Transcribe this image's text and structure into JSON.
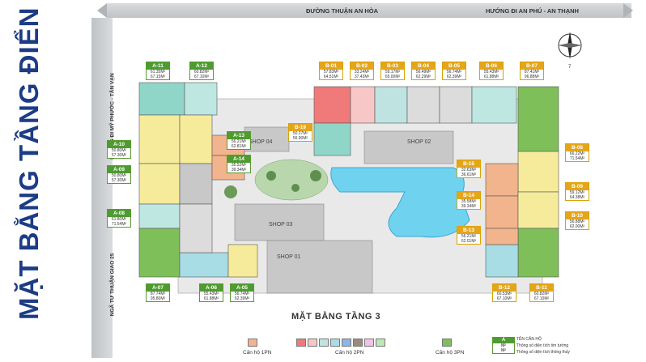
{
  "page_title": "MẶT BẰNG TẦNG ĐIỂN HÌNH",
  "floor_title": "MẶT BẰNG TẦNG 3",
  "roads": {
    "top": "ĐƯỜNG THUẬN AN HÒA",
    "top_right": "HƯỚNG ĐI AN PHÚ - AN THẠNH",
    "left_top": "HƯỚNG ĐI MỸ PHƯỚC - TÂN VẠN",
    "left_bottom": "NGÃ TƯ THUẬN GIAO 25"
  },
  "zones": {
    "shop01": "SHOP 01",
    "shop02": "SHOP 02",
    "shop03": "SHOP 03",
    "shop04": "SHOP 04"
  },
  "units": [
    {
      "code": "A-11",
      "a": "61.35M²",
      "b": "67.15M²",
      "type": "green"
    },
    {
      "code": "A-12",
      "a": "60.82M²",
      "b": "67.10M²",
      "type": "green"
    },
    {
      "code": "A-10",
      "a": "50.80M²",
      "b": "57.30M²",
      "type": "green"
    },
    {
      "code": "A-09",
      "a": "50.80M²",
      "b": "57.30M²",
      "type": "green"
    },
    {
      "code": "A-08",
      "a": "61.80M²",
      "b": "71.54M²",
      "type": "green"
    },
    {
      "code": "A-07",
      "a": "87.74M²",
      "b": "95.80M²",
      "type": "green"
    },
    {
      "code": "A-06",
      "a": "55.43M²",
      "b": "61.88M²",
      "type": "green"
    },
    {
      "code": "A-05",
      "a": "56.74M²",
      "b": "62.39M²",
      "type": "green"
    },
    {
      "code": "A-13",
      "a": "56.21M²",
      "b": "62.81M²",
      "type": "green"
    },
    {
      "code": "A-14",
      "a": "35.52M²",
      "b": "39.34M²",
      "type": "green"
    },
    {
      "code": "B-19",
      "a": "50.27M²",
      "b": "56.90M²",
      "type": "yellow"
    },
    {
      "code": "B-01",
      "a": "57.83M²",
      "b": "64.51M²",
      "type": "yellow"
    },
    {
      "code": "B-02",
      "a": "33.24M²",
      "b": "37.43M²",
      "type": "yellow"
    },
    {
      "code": "B-03",
      "a": "59.17M²",
      "b": "65.00M²",
      "type": "yellow"
    },
    {
      "code": "B-04",
      "a": "56.49M²",
      "b": "62.29M²",
      "type": "yellow"
    },
    {
      "code": "B-05",
      "a": "56.74M²",
      "b": "62.39M²",
      "type": "yellow"
    },
    {
      "code": "B-06",
      "a": "55.43M²",
      "b": "61.88M²",
      "type": "yellow"
    },
    {
      "code": "B-07",
      "a": "87.41M²",
      "b": "96.88M²",
      "type": "yellow"
    },
    {
      "code": "B-08",
      "a": "66.22M²",
      "b": "71.54M²",
      "type": "yellow"
    },
    {
      "code": "B-09",
      "a": "59.12M²",
      "b": "64.38M²",
      "type": "yellow"
    },
    {
      "code": "B-10",
      "a": "56.88M²",
      "b": "62.00M²",
      "type": "yellow"
    },
    {
      "code": "B-11",
      "a": "60.82M²",
      "b": "67.10M²",
      "type": "yellow"
    },
    {
      "code": "B-12",
      "a": "60.53M²",
      "b": "67.10M²",
      "type": "yellow"
    },
    {
      "code": "B-13",
      "a": "56.21M²",
      "b": "62.01M²",
      "type": "yellow"
    },
    {
      "code": "B-14",
      "a": "35.58M²",
      "b": "39.34M²",
      "type": "yellow"
    },
    {
      "code": "B-15",
      "a": "32.63M²",
      "b": "36.61M²",
      "type": "yellow"
    }
  ],
  "legend": {
    "one_br": "Căn hộ 1PN",
    "two_br": "Căn hộ 2PN",
    "three_br": "Căn hộ 3PN",
    "key_code": "A",
    "key_unit": "M²",
    "key_line1": "TÊN CĂN HỘ",
    "key_line2": "Thông số diện tích tim tường",
    "key_line3": "Thông số diện tích thông thủy",
    "colors": {
      "one_br": "#f2b48c",
      "two_br": [
        "#f07a7a",
        "#f7c7c7",
        "#bfe3e0",
        "#a8dde6",
        "#8fb4e8",
        "#9a8a7a",
        "#f2c1e5",
        "#bfe7b5"
      ],
      "three_br": "#7fbf5a"
    }
  },
  "compass_label": "7"
}
